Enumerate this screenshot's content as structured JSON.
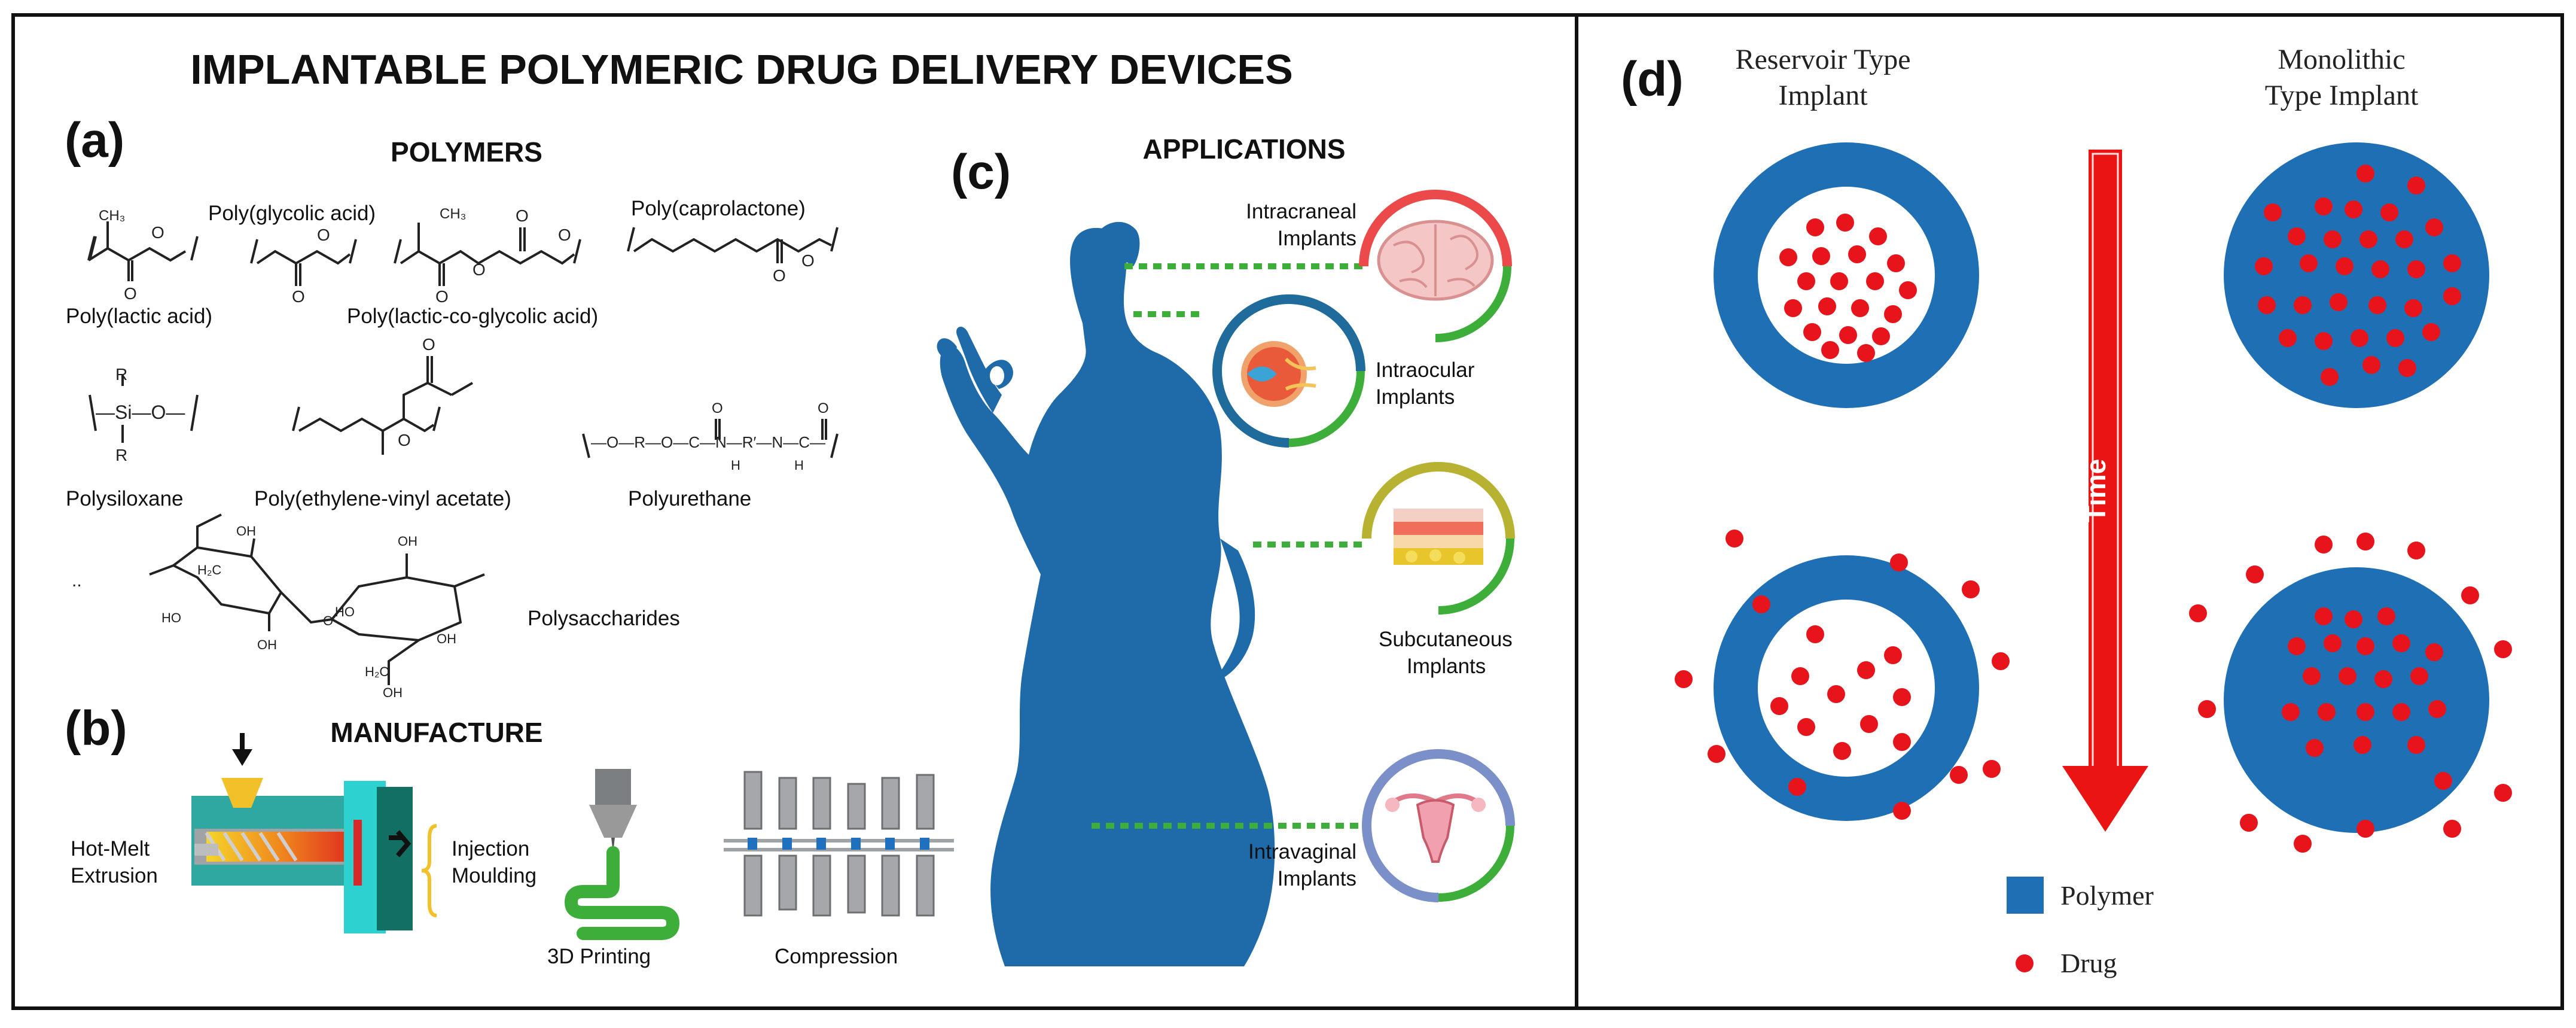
{
  "figure": {
    "title": "IMPLANTABLE POLYMERIC DRUG DELIVERY DEVICES",
    "colors": {
      "polymer_blue": "#1f6fb5",
      "silhouette_blue": "#1f6aa8",
      "drug_red": "#e8141c",
      "arrow_red": "#ea1414",
      "accent_green": "#3eae3a",
      "frame": "#111111"
    }
  },
  "panel_a": {
    "label": "(a)",
    "heading": "POLYMERS",
    "polymers": {
      "pla": "Poly(lactic acid)",
      "pga": "Poly(glycolic acid)",
      "plga": "Poly(lactic-co-glycolic acid)",
      "pcl": "Poly(caprolactone)",
      "siloxane": "Polysiloxane",
      "peva": "Poly(ethylene-vinyl acetate)",
      "pu": "Polyurethane",
      "saccharide": "Polysaccharides"
    },
    "atoms": {
      "ch3": "CH₃",
      "o": "O",
      "r": "R",
      "si": "Si",
      "si_o_chain": "—Si—O—",
      "pu_chain": "—O—R—O—C—N—R′—N—C—",
      "pu_h1": "H",
      "pu_h2": "H",
      "oh": "OH",
      "ho": "HO",
      "h2c": "H₂C"
    }
  },
  "panel_b": {
    "label": "(b)",
    "heading": "MANUFACTURE",
    "hme_line1": "Hot-Melt",
    "hme_line2": "Extrusion",
    "inj_line1": "Injection",
    "inj_line2": "Moulding",
    "printing": "3D Printing",
    "compression": "Compression"
  },
  "panel_c": {
    "label": "(c)",
    "heading": "APPLICATIONS",
    "applications": [
      {
        "line1": "Intracraneal",
        "line2": "Implants",
        "icon": "brain-icon",
        "ring_color": "#ec4a4a"
      },
      {
        "line1": "Intraocular",
        "line2": "Implants",
        "icon": "eye-icon",
        "ring_color": "#1e6b9c"
      },
      {
        "line1": "Subcutaneous",
        "line2": "Implants",
        "icon": "skin-layers-icon",
        "ring_color": "#b8b233"
      },
      {
        "line1": "Intravaginal",
        "line2": "Implants",
        "icon": "uterus-icon",
        "ring_color": "#7b8fc8"
      }
    ]
  },
  "panel_d": {
    "label": "(d)",
    "reservoir_line1": "Reservoir Type",
    "reservoir_line2": "Implant",
    "monolithic_line1": "Monolithic",
    "monolithic_line2": "Type Implant",
    "time_label": "Time",
    "legend": [
      {
        "label": "Polymer",
        "marker": "square",
        "color": "#1f6fb5"
      },
      {
        "label": "Drug",
        "marker": "circle",
        "color": "#e8141c"
      }
    ]
  }
}
